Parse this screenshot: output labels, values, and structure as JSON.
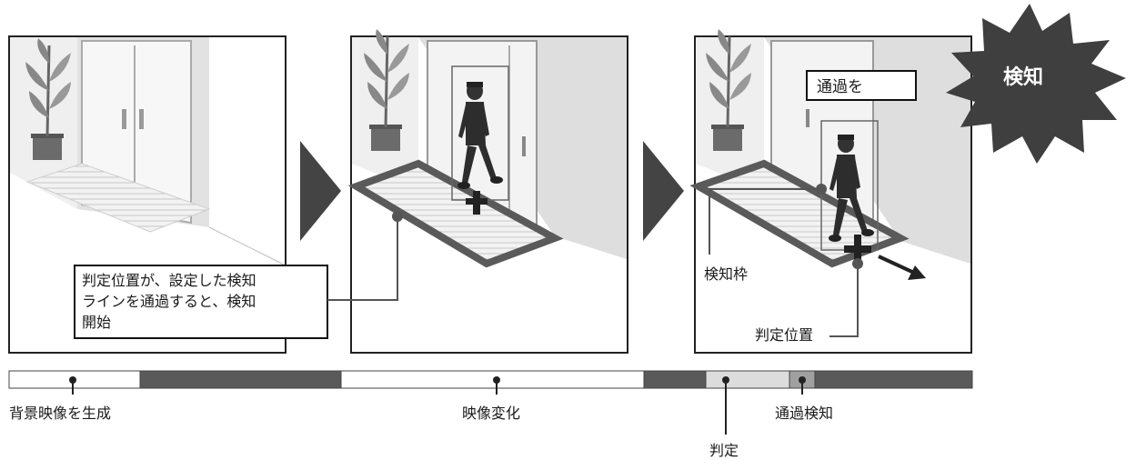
{
  "panel1": {
    "callout_line1": "判定位置が、設定した検知",
    "callout_line2": "ラインを通過すると、検知",
    "callout_line3": "開始"
  },
  "panel3": {
    "pass_label": "通過を",
    "burst_label": "検知",
    "frame_label": "検知枠",
    "position_label": "判定位置"
  },
  "timeline": {
    "segments": [
      "white",
      "dark",
      "white",
      "dark",
      "light",
      "dark"
    ],
    "labels": {
      "background": "背景映像を生成",
      "change": "映像変化",
      "judge": "判定",
      "detect": "通過検知"
    }
  },
  "colors": {
    "dark": "#5a5a5a",
    "light": "#dcdcdc",
    "frame": "#222222",
    "wall": "#dedede"
  }
}
